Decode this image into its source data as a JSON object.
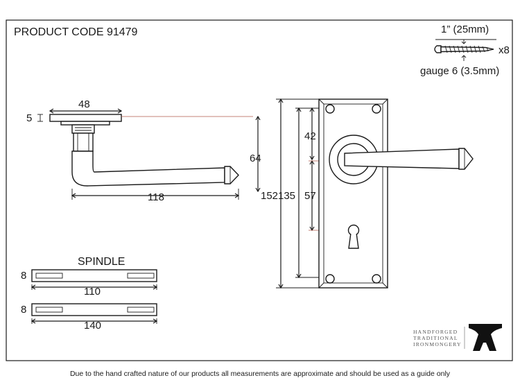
{
  "header": {
    "product_code": "PRODUCT CODE 91479"
  },
  "fixings": {
    "length": "1” (25mm)",
    "quantity": "x8",
    "gauge": "gauge 6 (3.5mm)"
  },
  "handle": {
    "rose_diameter": "48",
    "rose_thickness": "5",
    "projection": "64",
    "lever_length": "118"
  },
  "backplate": {
    "height": "152",
    "fixing_centres": "135",
    "handle_offset": "42",
    "keyhole_centres": "57"
  },
  "spindle": {
    "title": "SPINDLE",
    "items": [
      {
        "square": "8",
        "length": "110"
      },
      {
        "square": "8",
        "length": "140"
      }
    ]
  },
  "brand": {
    "line1": "HANDFORGED",
    "line2": "TRADITIONAL",
    "line3": "IRONMONGERY"
  },
  "footer": {
    "disclaimer": "Due to the hand crafted nature of our products all measurements are approximate and should be used as a guide only"
  }
}
